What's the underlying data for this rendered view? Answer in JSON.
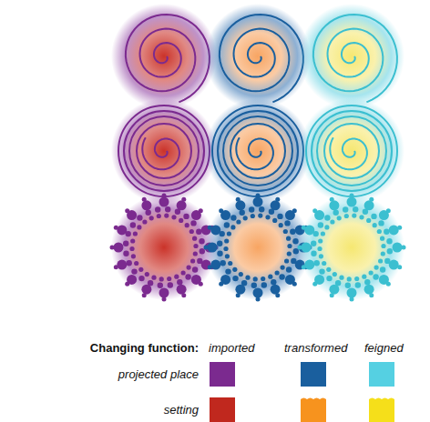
{
  "diagram": {
    "labels": [
      "Changing function:",
      "imported",
      "transformed",
      "feigned",
      "projected place",
      "setting"
    ]
  }
}
